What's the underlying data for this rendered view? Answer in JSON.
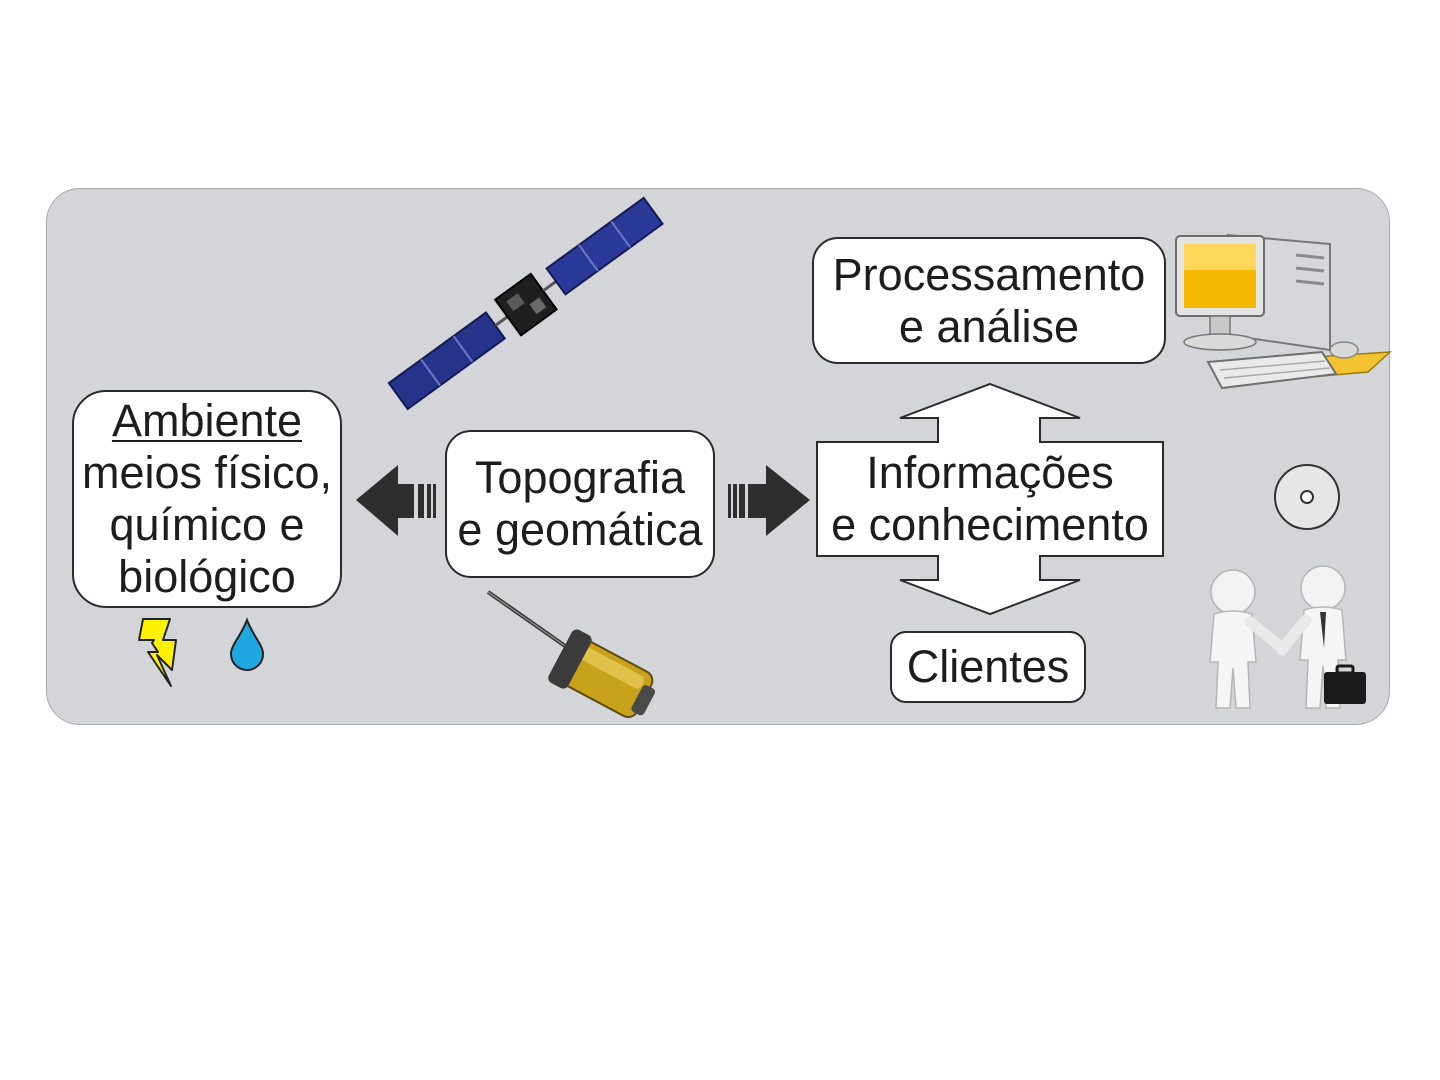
{
  "diagram": {
    "ambiente": {
      "title": "Ambiente",
      "line1": "meios físico,",
      "line2": "químico e",
      "line3": "biológico"
    },
    "topografia": {
      "line1": "Topografia",
      "line2": "e geomática"
    },
    "informacoes": {
      "line1": "Informações",
      "line2": "e conhecimento"
    },
    "processamento": {
      "line1": "Processamento",
      "line2": "e análise"
    },
    "clientes": {
      "label": "Clientes"
    },
    "icons": [
      "satellite-icon",
      "lightning-icon",
      "water-drop-icon",
      "gps-antenna-icon",
      "computer-icon",
      "disc-icon",
      "handshake-people-icon"
    ],
    "colors": {
      "panel": "#d4d5d8",
      "arrow": "#2e2e2e",
      "lightning": "#fff200",
      "drop": "#1fa8e0",
      "screen": "#f6b800"
    }
  }
}
